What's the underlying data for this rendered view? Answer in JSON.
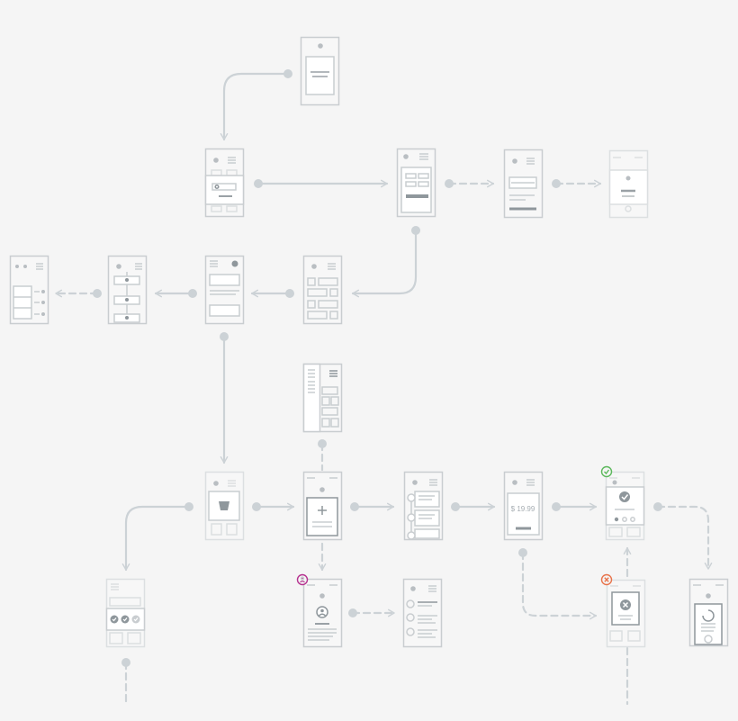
{
  "diagram": {
    "colors": {
      "background": "#f5f5f5",
      "line": "#ccd2d6",
      "frame": "#c9cdd0",
      "frame_faded": "#dcdfe1",
      "dark": "#8f979c",
      "success": "#5cb85c",
      "error": "#e8734a",
      "accent": "#b5328f"
    },
    "screens": [
      {
        "id": "splash",
        "icon": "document-icon"
      },
      {
        "id": "search",
        "icon": "search-icon"
      },
      {
        "id": "detail-form"
      },
      {
        "id": "form"
      },
      {
        "id": "confirm-faded"
      },
      {
        "id": "grid"
      },
      {
        "id": "list-view"
      },
      {
        "id": "steps"
      },
      {
        "id": "side-list"
      },
      {
        "id": "menu-drawer"
      },
      {
        "id": "bag",
        "icon": "bag-icon"
      },
      {
        "id": "add-item",
        "icon": "plus-icon"
      },
      {
        "id": "timeline"
      },
      {
        "id": "price",
        "price_label": "$ 19.99"
      },
      {
        "id": "success",
        "icon": "check-circle-icon",
        "badge": "success-badge-icon"
      },
      {
        "id": "loading",
        "icon": "spinner-icon"
      },
      {
        "id": "rating",
        "icon": "check-row-icon"
      },
      {
        "id": "profile",
        "icon": "user-icon",
        "badge": "user-badge-icon"
      },
      {
        "id": "options-list"
      },
      {
        "id": "error",
        "icon": "x-circle-icon",
        "badge": "error-badge-icon"
      }
    ],
    "connectors": [
      {
        "from": "splash",
        "to": "search",
        "style": "solid"
      },
      {
        "from": "search",
        "to": "detail-form",
        "style": "solid"
      },
      {
        "from": "detail-form",
        "to": "form",
        "style": "dashed"
      },
      {
        "from": "form",
        "to": "confirm-faded",
        "style": "dashed"
      },
      {
        "from": "detail-form",
        "to": "grid",
        "style": "solid"
      },
      {
        "from": "grid",
        "to": "list-view",
        "style": "solid"
      },
      {
        "from": "list-view",
        "to": "steps",
        "style": "solid"
      },
      {
        "from": "steps",
        "to": "side-list",
        "style": "dashed"
      },
      {
        "from": "list-view",
        "to": "bag",
        "style": "solid"
      },
      {
        "from": "menu-drawer",
        "to": "add-item",
        "style": "dashed"
      },
      {
        "from": "bag",
        "to": "add-item",
        "style": "solid"
      },
      {
        "from": "add-item",
        "to": "timeline",
        "style": "solid"
      },
      {
        "from": "timeline",
        "to": "price",
        "style": "solid"
      },
      {
        "from": "price",
        "to": "success",
        "style": "solid"
      },
      {
        "from": "success",
        "to": "loading",
        "style": "dashed"
      },
      {
        "from": "bag",
        "to": "rating",
        "style": "solid"
      },
      {
        "from": "add-item",
        "to": "profile",
        "style": "dashed"
      },
      {
        "from": "profile",
        "to": "options-list",
        "style": "dashed"
      },
      {
        "from": "price",
        "to": "error",
        "style": "dashed"
      },
      {
        "from": "error",
        "to": "success",
        "style": "dashed"
      }
    ]
  }
}
